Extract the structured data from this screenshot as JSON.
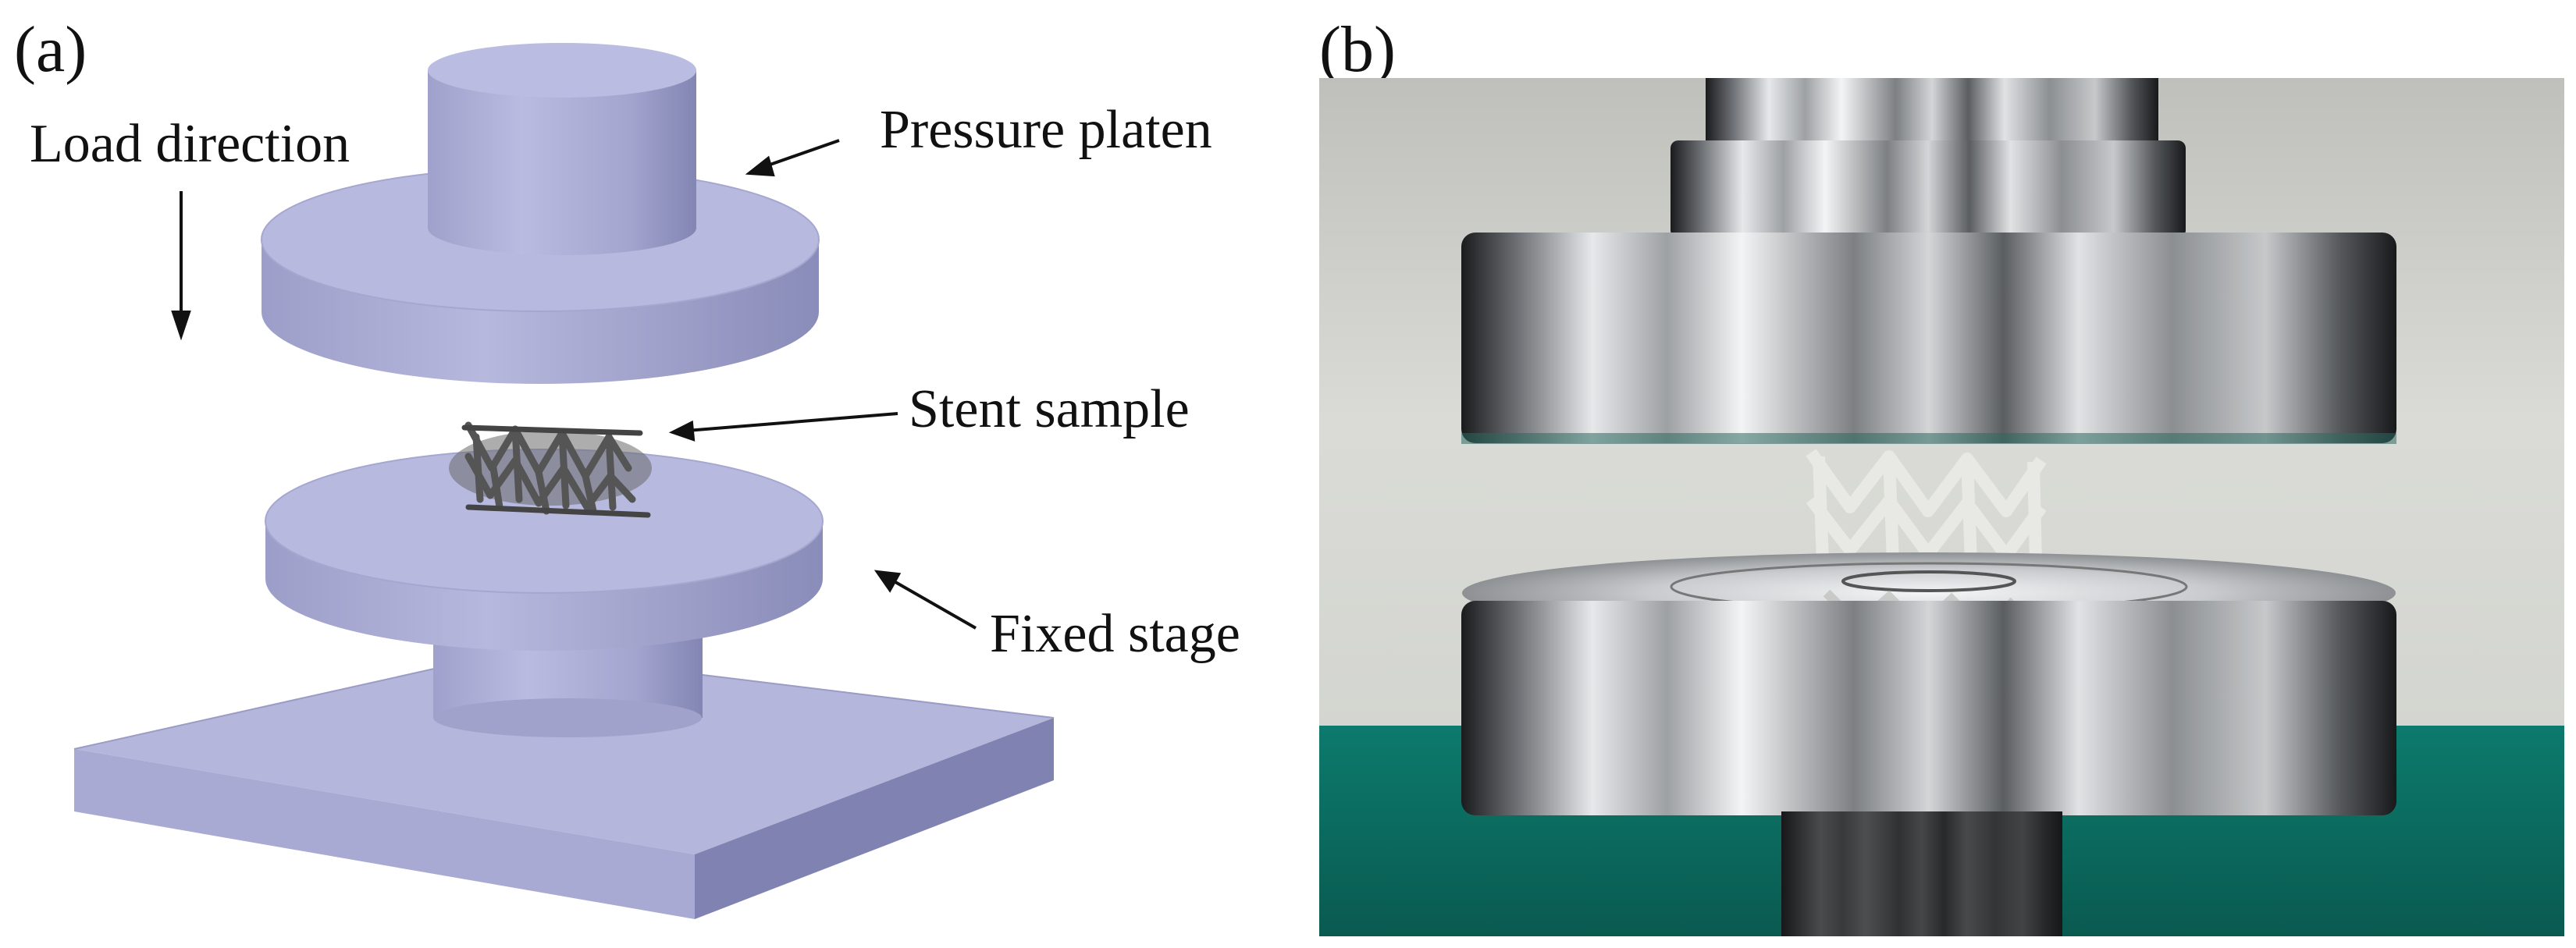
{
  "panel_a": {
    "label": "(a)",
    "callouts": {
      "load_direction": "Load direction",
      "pressure_platen": "Pressure platen",
      "stent_sample": "Stent sample",
      "fixed_stage": "Fixed stage"
    }
  },
  "panel_b": {
    "label": "(b)"
  },
  "colors": {
    "cad_face": "#b3b5da",
    "cad_side": "#8f91bd",
    "metal_light": "#e4e6e8",
    "metal_dark": "#1b1c1e",
    "photo_wall": "#d6d8d3",
    "photo_table": "#0f6f63",
    "stent_print": "#e8e8e4"
  }
}
